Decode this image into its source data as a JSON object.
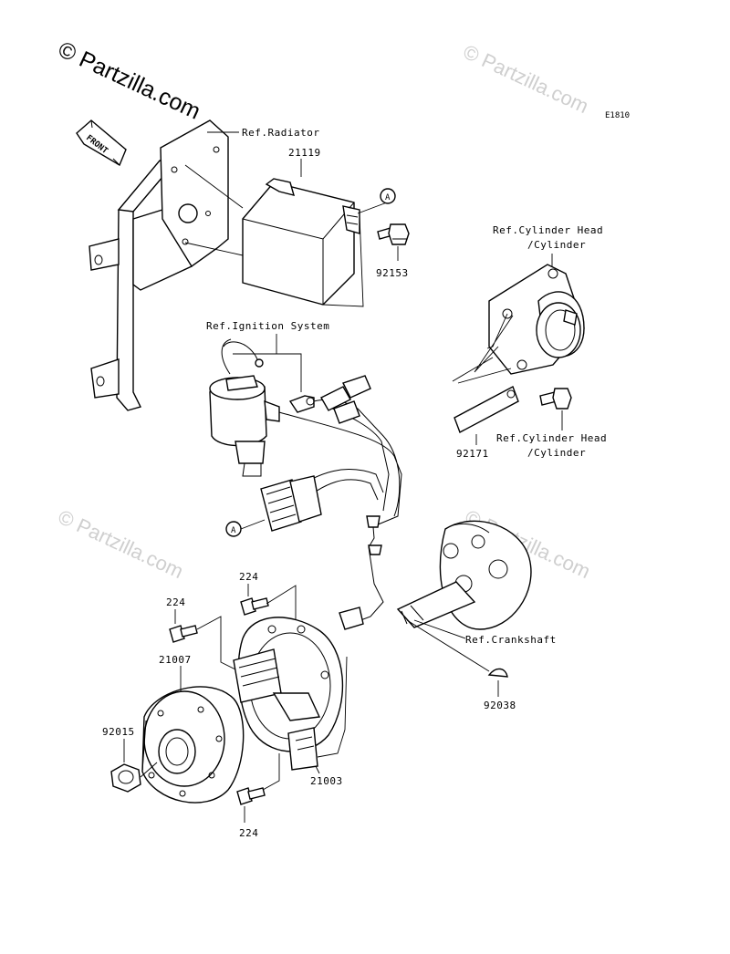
{
  "watermarks": {
    "main": "© Partzilla.com",
    "faint": "© Partzilla.com"
  },
  "diagram_code": "E1810",
  "front_arrow_label": "FRONT",
  "callout_marker": "A",
  "labels": {
    "ref_radiator": "Ref.Radiator",
    "ref_ignition": "Ref.Ignition System",
    "ref_cyl_head_1_line1": "Ref.Cylinder Head",
    "ref_cyl_head_1_line2": "/Cylinder",
    "ref_cyl_head_2_line1": "Ref.Cylinder Head",
    "ref_cyl_head_2_line2": "/Cylinder",
    "ref_crankshaft": "Ref.Crankshaft",
    "p21119": "21119",
    "p92153": "92153",
    "p92171": "92171",
    "p224_a": "224",
    "p224_b": "224",
    "p224_c": "224",
    "p21007": "21007",
    "p92015": "92015",
    "p21003": "21003",
    "p92038": "92038"
  }
}
